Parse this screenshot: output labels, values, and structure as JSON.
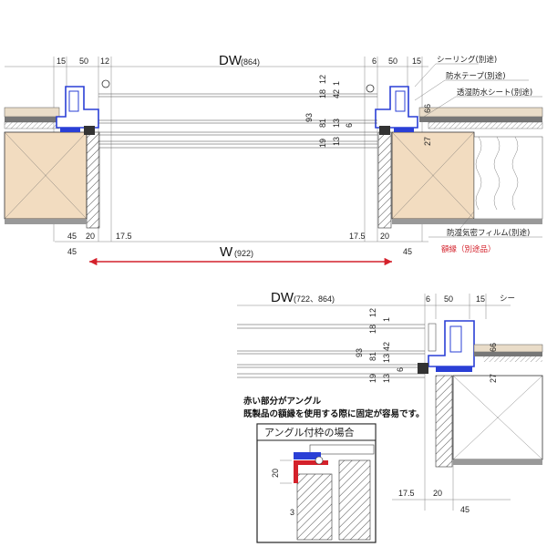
{
  "top": {
    "dw_label": "DW",
    "dw_value": "(864)",
    "w_label": "W",
    "w_value": "(922)",
    "dims_top_left": [
      "15",
      "50",
      "12"
    ],
    "dims_top_right": [
      "6",
      "50",
      "15"
    ],
    "dims_vertical": [
      "12",
      "18",
      "42",
      "1",
      "13",
      "6",
      "93",
      "81",
      "19",
      "13",
      "66",
      "27"
    ],
    "dims_bottom_left": [
      "45",
      "20",
      "17.5"
    ],
    "dims_bottom_right": [
      "17.5",
      "20",
      "45"
    ],
    "callouts": [
      "シーリング(別途)",
      "防水テープ(別途)",
      "透湿防水シート(別途)",
      "防湿気密フィルム(別途)"
    ],
    "red_callout": "額縁（別途品）"
  },
  "bottom": {
    "dw_label": "DW",
    "dw_value": "(722、864)",
    "dims_top": [
      "6",
      "50",
      "15"
    ],
    "dims_vertical": [
      "12",
      "18",
      "42",
      "1",
      "13",
      "6",
      "93",
      "81",
      "19",
      "13",
      "66",
      "27"
    ],
    "dims_bottom": [
      "17.5",
      "20",
      "45"
    ],
    "cut_label": "シー",
    "note_line1": "赤い部分がアングル",
    "note_line2": "既製品の額縁を使用する際に固定が容易です。",
    "inset_title": "アングル付枠の場合",
    "inset_dims": [
      "20",
      "3"
    ]
  },
  "colors": {
    "frame_blue": "#2a3fd6",
    "accent_red": "#d4212b",
    "wood": "#f2dcc0",
    "wall_gray": "#9a9a9a"
  }
}
